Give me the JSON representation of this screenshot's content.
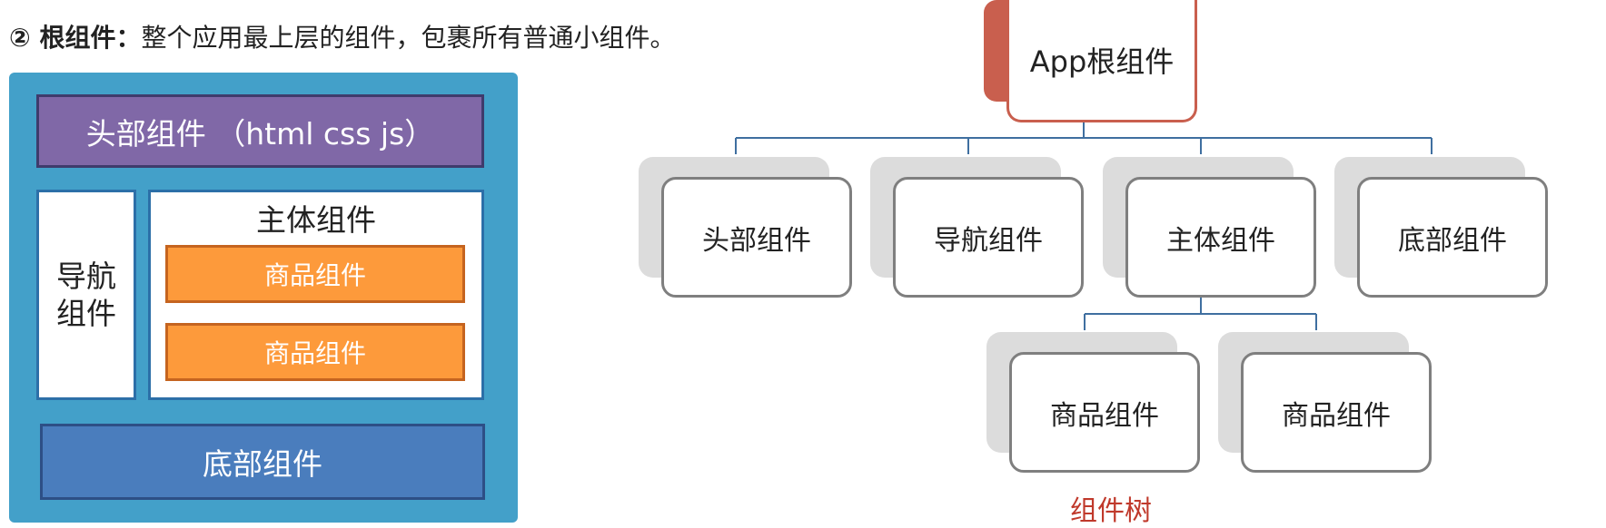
{
  "heading": {
    "prefix": "② 根组件：",
    "text": "整个应用最上层的组件，包裹所有普通小组件。"
  },
  "layout": {
    "header": "头部组件 （html css js）",
    "nav": "导航组件",
    "main": "主体组件",
    "goods": [
      "商品组件",
      "商品组件"
    ],
    "footer": "底部组件"
  },
  "tree": {
    "root": "App根组件",
    "children": [
      "头部组件",
      "导航组件",
      "主体组件",
      "底部组件"
    ],
    "grandchildren": [
      "商品组件",
      "商品组件"
    ],
    "label": "组件树"
  },
  "colors": {
    "root_border": "#c95f4e",
    "connector": "#3f6fa0",
    "tree_label": "#c0392b",
    "header_fill": "#8068a7",
    "goods_fill": "#fd9a3b",
    "footer_fill": "#4a7dbd",
    "container_fill": "#43a0c9"
  }
}
